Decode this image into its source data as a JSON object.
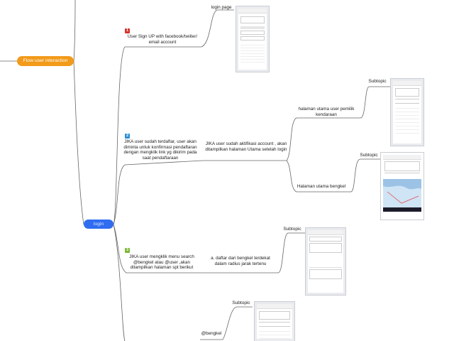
{
  "root": {
    "label": "Flow user interaction"
  },
  "center": {
    "label": "login"
  },
  "branches": [
    {
      "badge": "1",
      "badge_color": "#d9312b",
      "label": "User Sign UP with facebook/twiiter/ email account"
    },
    {
      "badge": "2",
      "badge_color": "#2b8fd6",
      "label": "JIKA user  sudah terdaftar, user akan diminta untuk konfirmasi pendaftaran dengan mengklik link yg dikirim pada saat pendaftaraan"
    },
    {
      "badge": "3",
      "badge_color": "#7cb833",
      "label": "JIKA user mengklik menu search @bengkel atau @user ,akan ditampilkan halaman spt berikut"
    }
  ],
  "subnodes": {
    "login_page": "login page",
    "aktifikasi": "JIKA user sudah aktifikasi account , akan ditampilkan halaman  Utama setelah login",
    "utama_user": "halaman utama user pemilik kendaraan",
    "utama_bengkel": "Halaman utama bengkel",
    "daftar": "a. daftar dari bengkel terdekat dalam radius jarak tertenu",
    "bengkel": "@bengkel"
  },
  "subtopics": [
    "Subtopic",
    "Subtopic",
    "Subtopic",
    "Subtopic"
  ],
  "colors": {
    "root": "#f29a1a",
    "center": "#2f6cf0",
    "line": "#555555"
  }
}
